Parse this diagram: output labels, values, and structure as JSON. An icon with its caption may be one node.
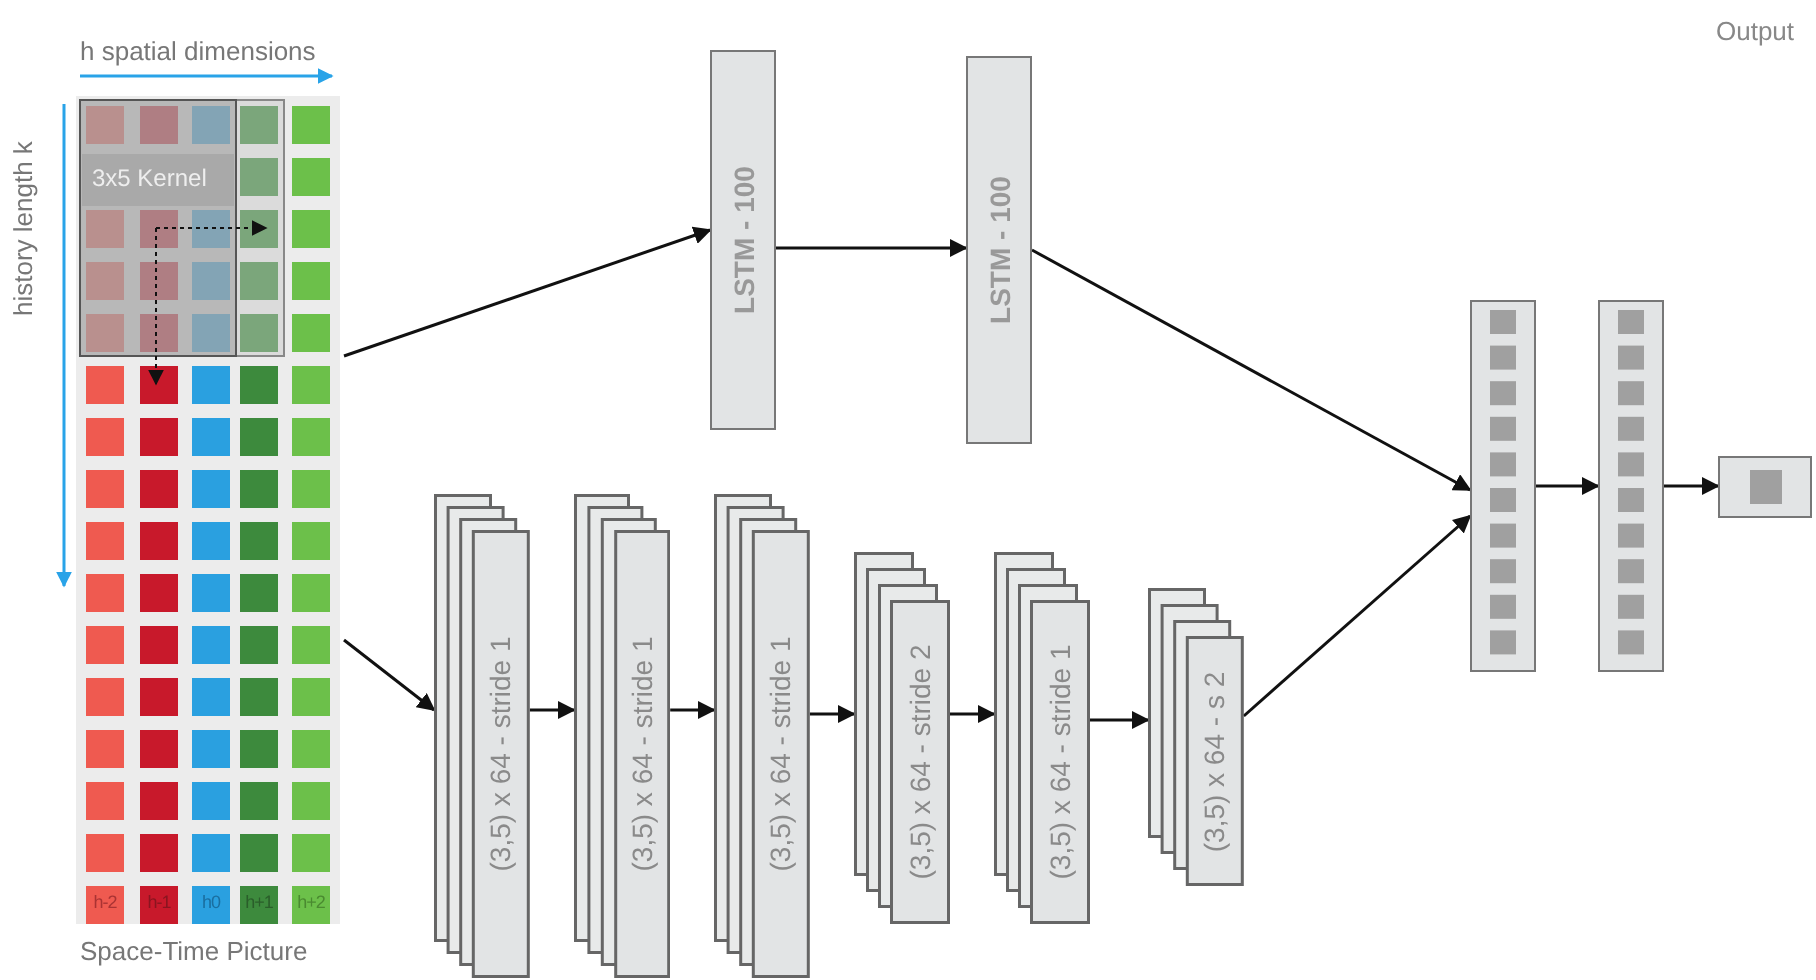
{
  "diagram": {
    "nodes": [
      {
        "text": [
          "Space-Time Picture"
        ]
      },
      {
        "text": [
          "LSTM - 100"
        ]
      },
      {
        "text": [
          "LSTM - 100"
        ]
      },
      {
        "text": [
          "(3,5) x 64 - stride 1"
        ]
      },
      {
        "text": [
          "(3,5) x 64 - stride 1"
        ]
      },
      {
        "text": [
          "(3,5) x 64 - stride 1"
        ]
      },
      {
        "text": [
          "(3,5) x 64 - stride 2"
        ]
      },
      {
        "text": [
          "(3,5) x 64 - stride 1"
        ]
      },
      {
        "text": [
          "(3,5) x 64 - s 2"
        ]
      },
      {
        "text": [],
        "shape": "box"
      },
      {
        "text": [],
        "shape": "box"
      },
      {
        "text": [],
        "shape": "box"
      }
    ],
    "edges": [
      {
        "from": 0,
        "to": 1,
        "arrow": "to"
      },
      {
        "from": 1,
        "to": 2,
        "arrow": "to"
      },
      {
        "from": 2,
        "to": 9,
        "arrow": "to"
      },
      {
        "from": 0,
        "to": 3,
        "arrow": "to"
      },
      {
        "from": 3,
        "to": 4,
        "arrow": "to"
      },
      {
        "from": 4,
        "to": 5,
        "arrow": "to"
      },
      {
        "from": 5,
        "to": 6,
        "arrow": "to"
      },
      {
        "from": 6,
        "to": 7,
        "arrow": "to"
      },
      {
        "from": 7,
        "to": 8,
        "arrow": "to"
      },
      {
        "from": 8,
        "to": 9,
        "arrow": "to"
      },
      {
        "from": 9,
        "to": 10,
        "arrow": "to"
      },
      {
        "from": 10,
        "to": 11,
        "arrow": "to"
      }
    ],
    "labels": [
      "h spatial dimensions",
      "history length k",
      "3x5 Kernel",
      "h-2",
      "h-1",
      "h0",
      "h+1",
      "h+2",
      "Output"
    ]
  }
}
